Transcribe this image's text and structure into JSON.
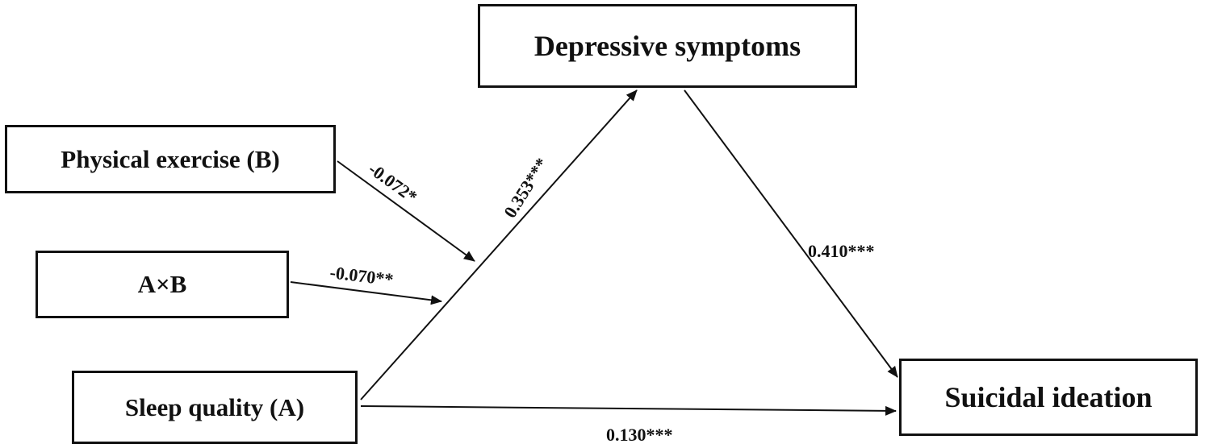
{
  "nodes": {
    "depressive_symptoms": "Depressive symptoms",
    "physical_exercise": "Physical exercise (B)",
    "interaction": "A×B",
    "sleep_quality": "Sleep quality (A)",
    "suicidal_ideation": "Suicidal ideation"
  },
  "paths": {
    "sleep_to_depressive": "0.353***",
    "exercise_to_path": "-0.072*",
    "interaction_to_path": "-0.070**",
    "depressive_to_suicidal": "0.410***",
    "sleep_to_suicidal": "0.130***"
  },
  "colors": {
    "stroke": "#111111",
    "background": "#ffffff"
  }
}
